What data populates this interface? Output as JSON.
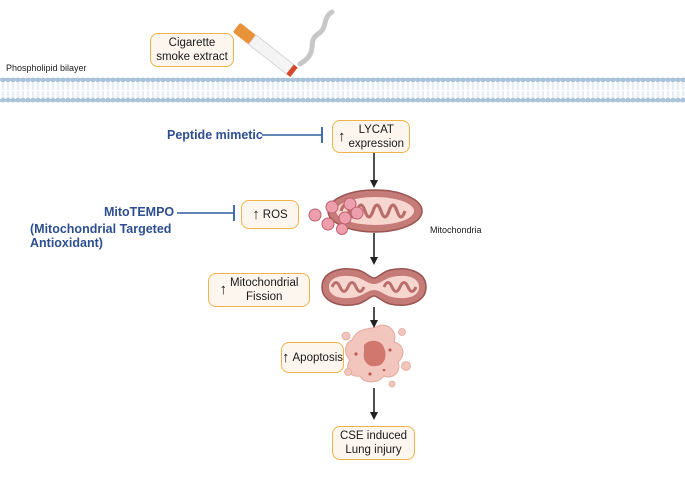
{
  "membrane_label": "Phospholipid bilayer",
  "boxes": {
    "cse": {
      "line1": "Cigarette",
      "line2": "smoke extract"
    },
    "lycat": {
      "line1": "LYCAT",
      "line2": "expression"
    },
    "ros": {
      "text": "ROS"
    },
    "fission": {
      "line1": "Mitochondrial",
      "line2": "Fission"
    },
    "apoptosis": {
      "text": "Apoptosis"
    },
    "injury": {
      "line1": "CSE induced",
      "line2": "Lung injury"
    }
  },
  "inhibitors": {
    "peptide": "Peptide mimetic",
    "mitotempo_line1": "MitoTEMPO",
    "mitotempo_line2": "(Mitochondrial Targeted",
    "mitotempo_line3": "Antioxidant)"
  },
  "mitochondria_label": "Mitochondria",
  "colors": {
    "box_border": "#f2b24a",
    "box_fill": "#fdf6ee",
    "inhibitor_blue": "#2e4f8f",
    "mito_fill": "#c57b78",
    "mito_cristae": "#f6d6cf",
    "ros_fill": "#ee9fae",
    "membrane": "#a9c3d9"
  },
  "icons": [
    "cigarette-icon",
    "up-arrow-icon",
    "mitochondrion-icon",
    "ros-particle-icon",
    "apoptotic-cell-icon",
    "inhibition-bar-icon"
  ]
}
